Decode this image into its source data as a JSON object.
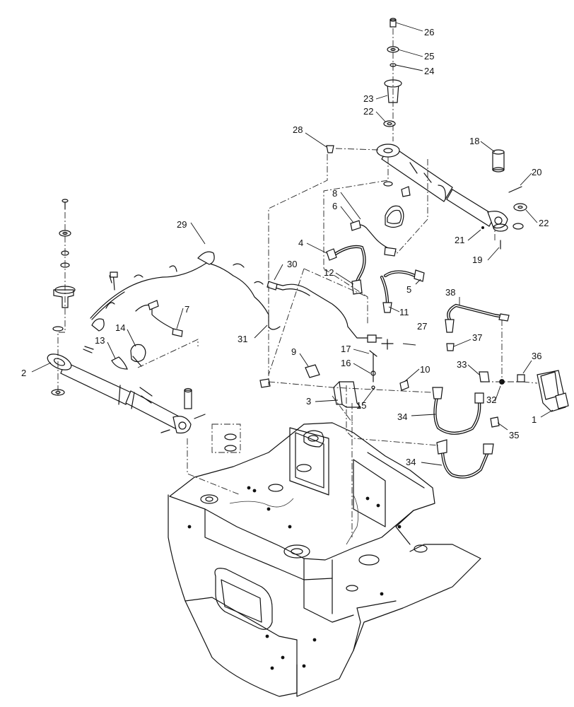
{
  "callouts": [
    {
      "id": "1",
      "label": "1"
    },
    {
      "id": "2",
      "label": "2"
    },
    {
      "id": "3",
      "label": "3"
    },
    {
      "id": "4",
      "label": "4"
    },
    {
      "id": "5",
      "label": "5"
    },
    {
      "id": "6",
      "label": "6"
    },
    {
      "id": "7",
      "label": "7"
    },
    {
      "id": "8",
      "label": "8"
    },
    {
      "id": "9",
      "label": "9"
    },
    {
      "id": "10",
      "label": "10"
    },
    {
      "id": "11",
      "label": "11"
    },
    {
      "id": "12",
      "label": "12"
    },
    {
      "id": "13",
      "label": "13"
    },
    {
      "id": "14",
      "label": "14"
    },
    {
      "id": "15",
      "label": "15"
    },
    {
      "id": "16",
      "label": "16"
    },
    {
      "id": "17",
      "label": "17"
    },
    {
      "id": "18",
      "label": "18"
    },
    {
      "id": "19",
      "label": "19"
    },
    {
      "id": "20",
      "label": "20"
    },
    {
      "id": "21",
      "label": "21"
    },
    {
      "id": "22a",
      "label": "22"
    },
    {
      "id": "22b",
      "label": "22"
    },
    {
      "id": "23",
      "label": "23"
    },
    {
      "id": "24",
      "label": "24"
    },
    {
      "id": "25",
      "label": "25"
    },
    {
      "id": "26",
      "label": "26"
    },
    {
      "id": "27",
      "label": "27"
    },
    {
      "id": "28",
      "label": "28"
    },
    {
      "id": "29",
      "label": "29"
    },
    {
      "id": "30",
      "label": "30"
    },
    {
      "id": "31",
      "label": "31"
    },
    {
      "id": "32",
      "label": "32"
    },
    {
      "id": "33",
      "label": "33"
    },
    {
      "id": "34a",
      "label": "34"
    },
    {
      "id": "34b",
      "label": "34"
    },
    {
      "id": "35",
      "label": "35"
    },
    {
      "id": "36",
      "label": "36"
    },
    {
      "id": "37",
      "label": "37"
    },
    {
      "id": "38",
      "label": "38"
    }
  ]
}
